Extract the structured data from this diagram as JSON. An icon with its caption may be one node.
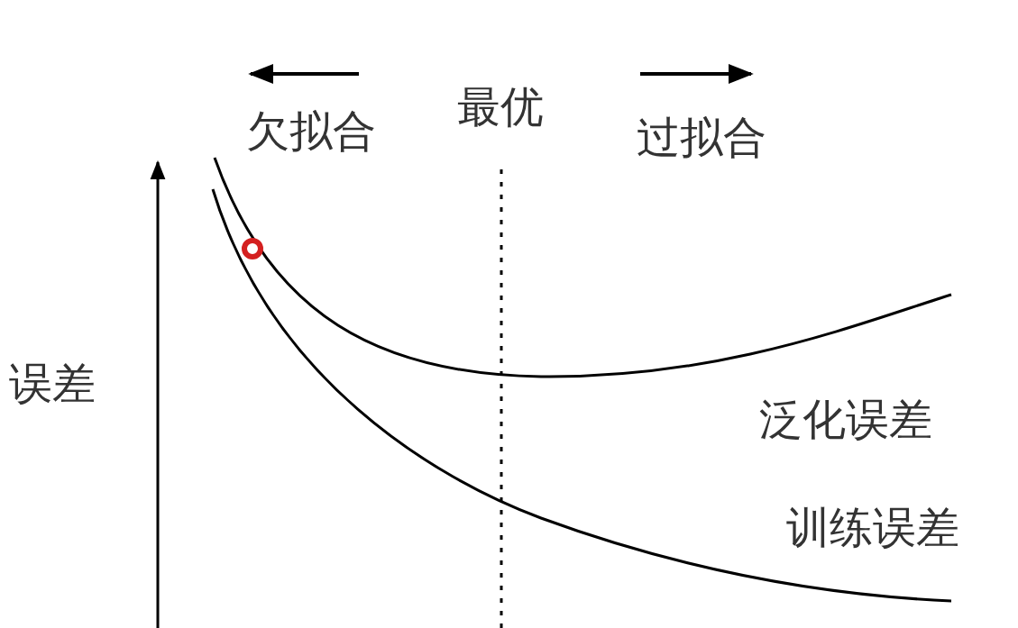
{
  "diagram": {
    "labels": [
      "欠拟合",
      "最优",
      "过拟合",
      "误差",
      "泛化误差",
      "训练误差"
    ]
  }
}
